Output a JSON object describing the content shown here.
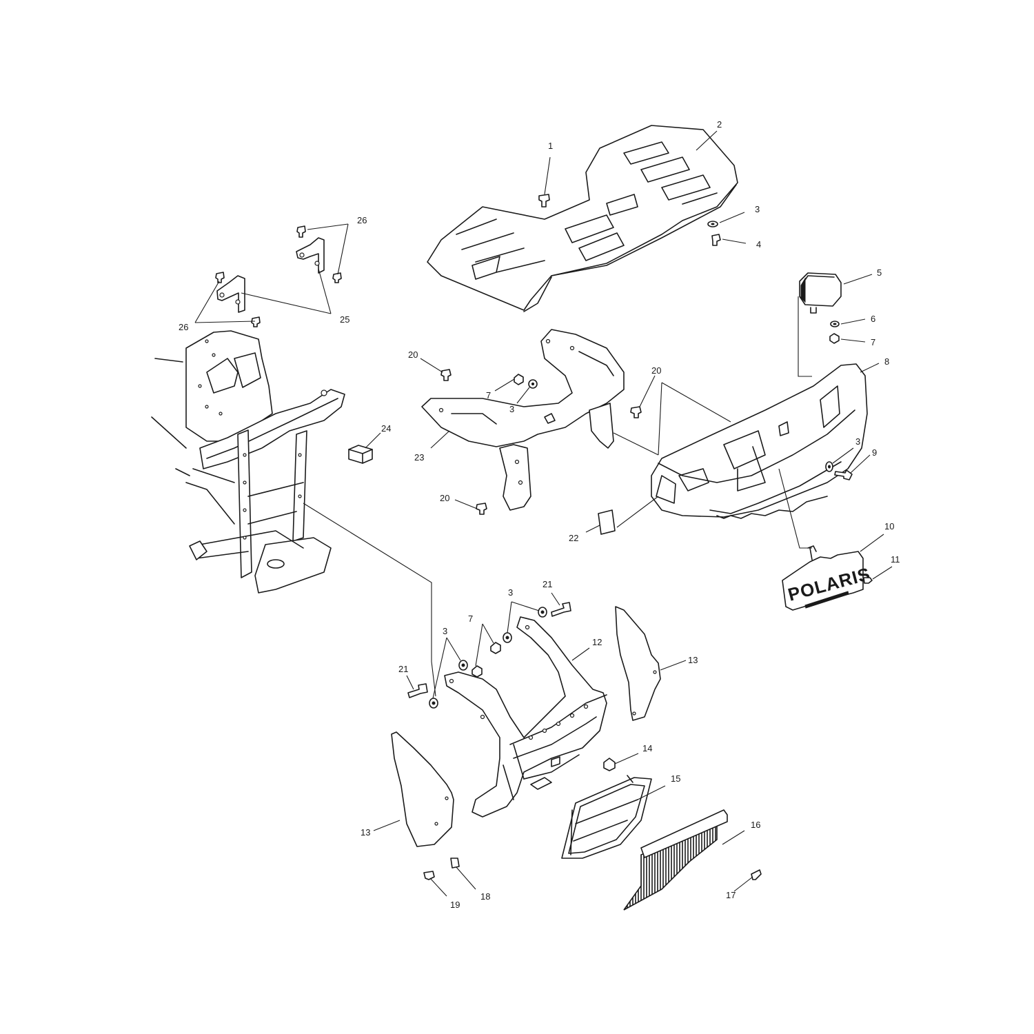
{
  "diagram": {
    "callouts": {
      "c1": "1",
      "c2": "2",
      "c3a": "3",
      "c4": "4",
      "c5": "5",
      "c6": "6",
      "c7a": "7",
      "c8": "8",
      "c3b": "3",
      "c9": "9",
      "c10": "10",
      "c11": "11",
      "c26a": "26",
      "c26b": "26",
      "c25": "25",
      "c20a": "20",
      "c7b": "7",
      "c3c": "3",
      "c20b": "20",
      "c24": "24",
      "c23": "23",
      "c20c": "20",
      "c22": "22",
      "c3d": "3",
      "c21a": "21",
      "c7c": "7",
      "c3e": "3",
      "c12": "12",
      "c13a": "13",
      "c21b": "21",
      "c13b": "13",
      "c14": "14",
      "c15": "15",
      "c16": "16",
      "c17": "17",
      "c18": "18",
      "c19": "19"
    },
    "logo_text": "POLARIS"
  }
}
